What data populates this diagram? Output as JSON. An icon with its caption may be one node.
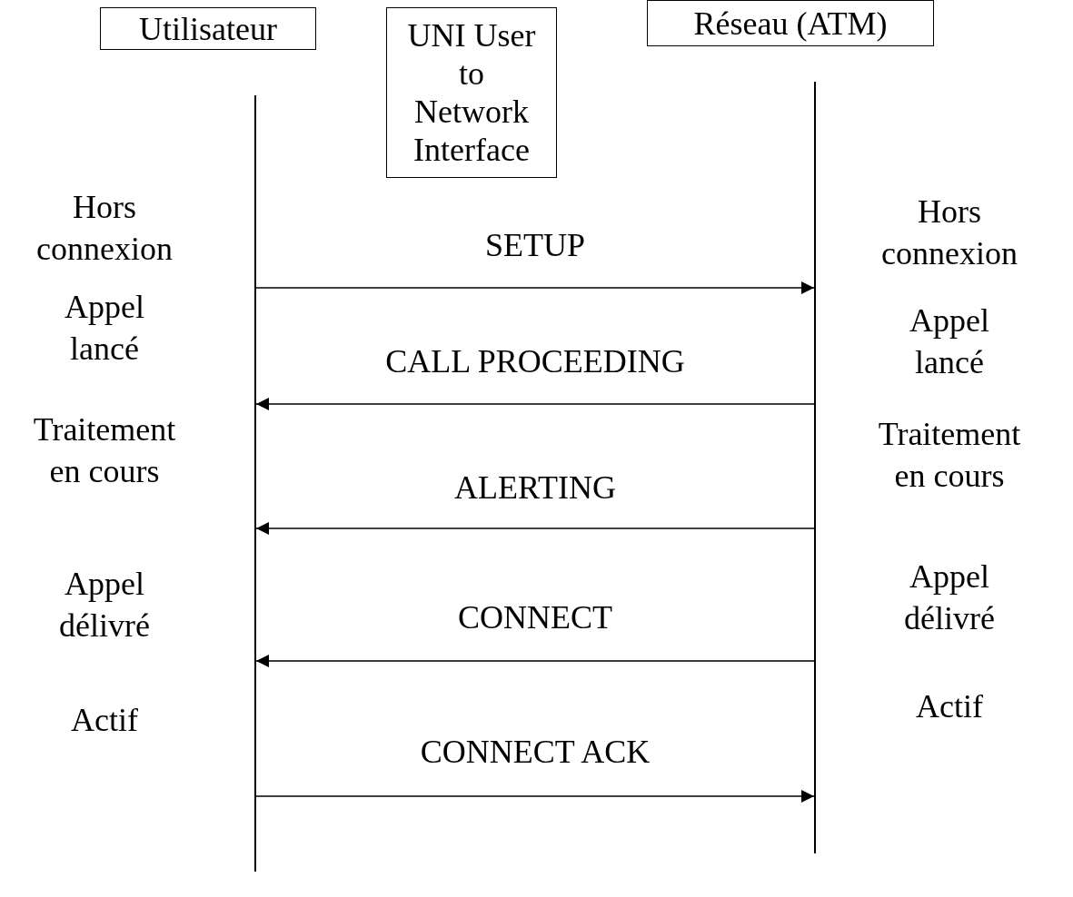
{
  "diagram": {
    "nodes": [
      {
        "text": [
          "Utilisateur"
        ]
      },
      {
        "text": [
          "UNI User to Network Interface"
        ]
      },
      {
        "text": [
          "Réseau (ATM)"
        ]
      },
      {
        "text": [],
        "shape": "line"
      },
      {
        "text": [],
        "shape": "line"
      }
    ],
    "edges": [
      {
        "from": 3,
        "to": 4,
        "arrow": "to",
        "label": "SETUP"
      },
      {
        "from": 4,
        "to": 3,
        "arrow": "to",
        "label": "CALL PROCEEDING"
      },
      {
        "from": 4,
        "to": 3,
        "arrow": "to",
        "label": "ALERTING"
      },
      {
        "from": 4,
        "to": 3,
        "arrow": "to",
        "label": "CONNECT"
      },
      {
        "from": 3,
        "to": 4,
        "arrow": "to",
        "label": "CONNECT ACK"
      }
    ],
    "labels": [
      "Hors connexion",
      "Hors connexion",
      "Appel lancé",
      "Appel lancé",
      "Traitement en cours",
      "Traitement en cours",
      "Appel délivré",
      "Appel délivré",
      "Actif",
      "Actif"
    ]
  }
}
